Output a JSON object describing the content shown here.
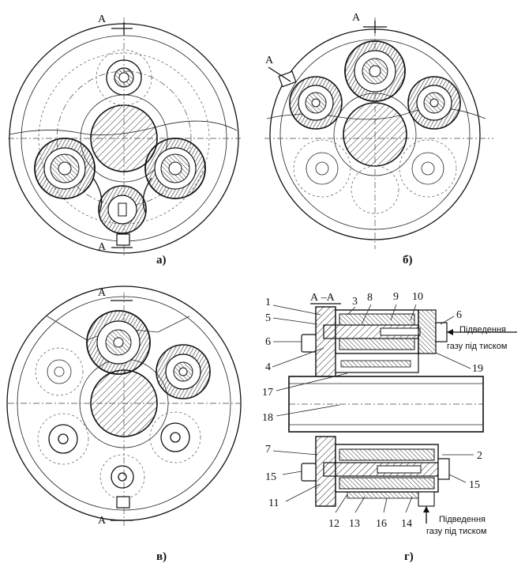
{
  "figure": {
    "panel_labels": {
      "a": "а)",
      "b": "б)",
      "v": "в)",
      "g": "г)"
    },
    "section_mark": "А",
    "section_title": "А –А",
    "gas_label_line1": "Підведення",
    "gas_label_line2": "газу під тиском",
    "part_numbers": [
      "1",
      "2",
      "3",
      "4",
      "5",
      "6",
      "7",
      "8",
      "9",
      "10",
      "11",
      "12",
      "13",
      "14",
      "15",
      "16",
      "17",
      "18",
      "19"
    ]
  }
}
